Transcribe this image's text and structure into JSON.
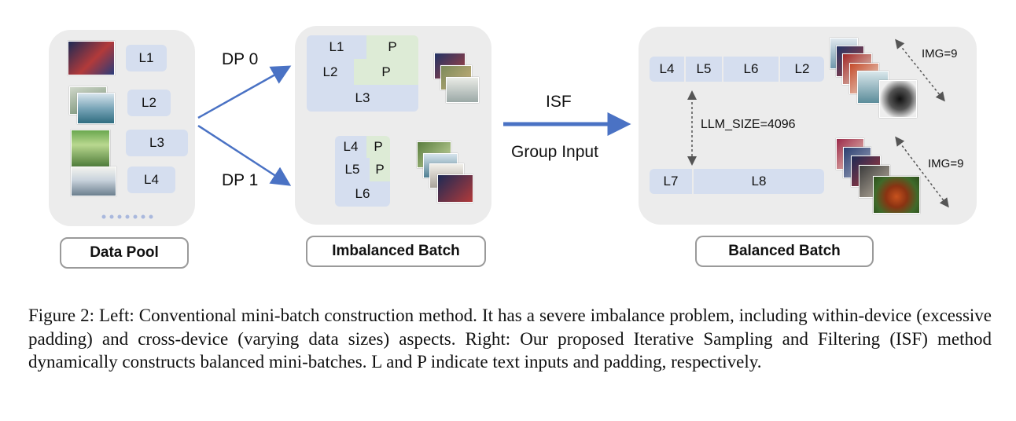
{
  "data_pool": {
    "labels": [
      "L1",
      "L2",
      "L3",
      "L4"
    ],
    "name": "Data Pool"
  },
  "arrows": {
    "dp0": "DP 0",
    "dp1": "DP 1",
    "isf": "ISF",
    "group_input": "Group Input"
  },
  "imbalanced": {
    "name": "Imbalanced Batch",
    "dp0": {
      "rows": [
        [
          "L1",
          "P"
        ],
        [
          "L2",
          "P"
        ],
        [
          "L3"
        ]
      ]
    },
    "dp1": {
      "rows": [
        [
          "L4",
          "P"
        ],
        [
          "L5",
          "P"
        ],
        [
          "L6"
        ]
      ]
    }
  },
  "balanced": {
    "name": "Balanced Batch",
    "row1": [
      "L4",
      "L5",
      "L6",
      "L2"
    ],
    "row2": [
      "L7",
      "L8"
    ],
    "llm_size": "LLM_SIZE=4096",
    "img_top": "IMG=9",
    "img_bottom": "IMG=9"
  },
  "caption": "Figure 2: Left: Conventional mini-batch construction method. It has a severe imbalance problem, including within-device (excessive padding) and cross-device (varying data sizes) aspects. Right: Our proposed Iterative Sampling and Filtering (ISF) method dynamically constructs balanced mini-batches. L and P indicate text inputs and padding, respectively.",
  "colors": {
    "panel": "#ececec",
    "chip": "#d5deef",
    "padding": "#ddebd6",
    "arrow": "#4a72c4"
  }
}
